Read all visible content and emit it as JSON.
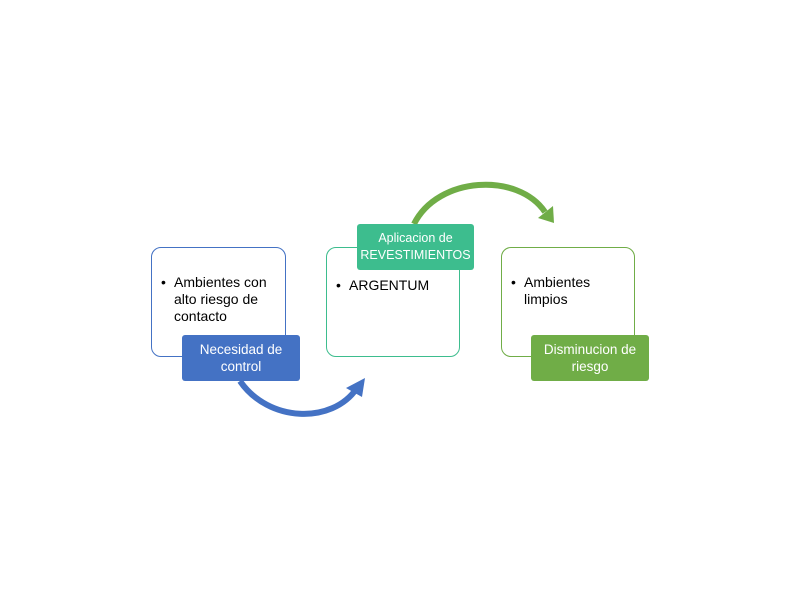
{
  "colors": {
    "blue": "#4472c4",
    "teal": "#3dbd8e",
    "green": "#70ad47"
  },
  "steps": [
    {
      "bullet": "Ambientes con alto riesgo de contacto",
      "label": "Necesidad  de control"
    },
    {
      "bullet": "ARGENTUM",
      "label": "Aplicacion de REVESTIMIENTOS"
    },
    {
      "bullet": "Ambientes limpios",
      "label": "Disminucion de riesgo"
    }
  ]
}
